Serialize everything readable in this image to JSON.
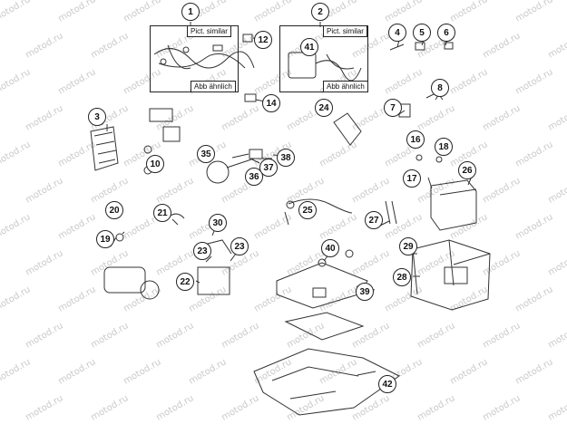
{
  "watermark": "motod.ru",
  "box_labels": {
    "top": "Pict. similar",
    "bottom": "Abb ähnlich"
  },
  "callouts": [
    "1",
    "2",
    "3",
    "4",
    "5",
    "6",
    "7",
    "8",
    "10",
    "12",
    "14",
    "16",
    "17",
    "18",
    "19",
    "20",
    "21",
    "22",
    "23",
    "23",
    "24",
    "25",
    "26",
    "27",
    "28",
    "29",
    "30",
    "35",
    "36",
    "37",
    "38",
    "39",
    "40",
    "41",
    "42"
  ]
}
